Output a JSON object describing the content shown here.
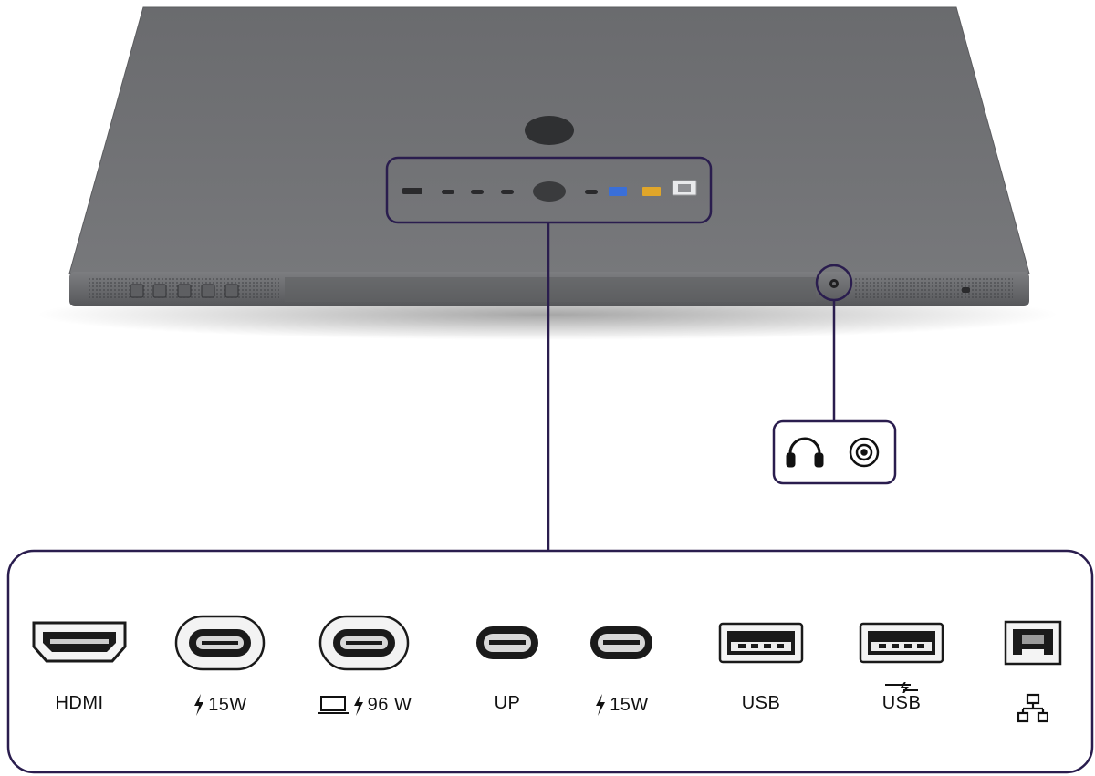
{
  "colors": {
    "frame": "#2a1d4e",
    "monitor_body": "#6e6f72",
    "monitor_edge": "#4d4e51",
    "port_stroke": "#1a1a1a",
    "usb_blue": "#3a6fd8",
    "usb_yellow": "#e0a62a"
  },
  "ports": [
    {
      "id": "hdmi",
      "icon": "hdmi-port-icon",
      "label_text": "HDMI",
      "prefix_icons": []
    },
    {
      "id": "usbc-15w-a",
      "icon": "usb-c-port-icon",
      "label_text": "15W",
      "prefix_icons": [
        "lightning-icon"
      ]
    },
    {
      "id": "usbc-96w",
      "icon": "usb-c-port-icon",
      "label_text": "96 W",
      "prefix_icons": [
        "laptop-icon",
        "lightning-icon"
      ]
    },
    {
      "id": "usbc-up",
      "icon": "usb-c-port-icon",
      "label_text": "UP",
      "prefix_icons": []
    },
    {
      "id": "usbc-15w-b",
      "icon": "usb-c-port-icon",
      "label_text": "15W",
      "prefix_icons": [
        "lightning-icon"
      ]
    },
    {
      "id": "usb-a",
      "icon": "usb-a-port-icon",
      "label_text": "USB",
      "prefix_icons": []
    },
    {
      "id": "usb-a-charge",
      "icon": "usb-a-port-icon",
      "label_text": "USB",
      "prefix_icons": [
        "charging-icon"
      ]
    },
    {
      "id": "ethernet",
      "icon": "ethernet-port-icon",
      "label_text": "",
      "prefix_icons": [
        "network-icon"
      ]
    }
  ],
  "audio_callout": {
    "icons": [
      "headphones-icon",
      "audio-jack-icon"
    ]
  }
}
